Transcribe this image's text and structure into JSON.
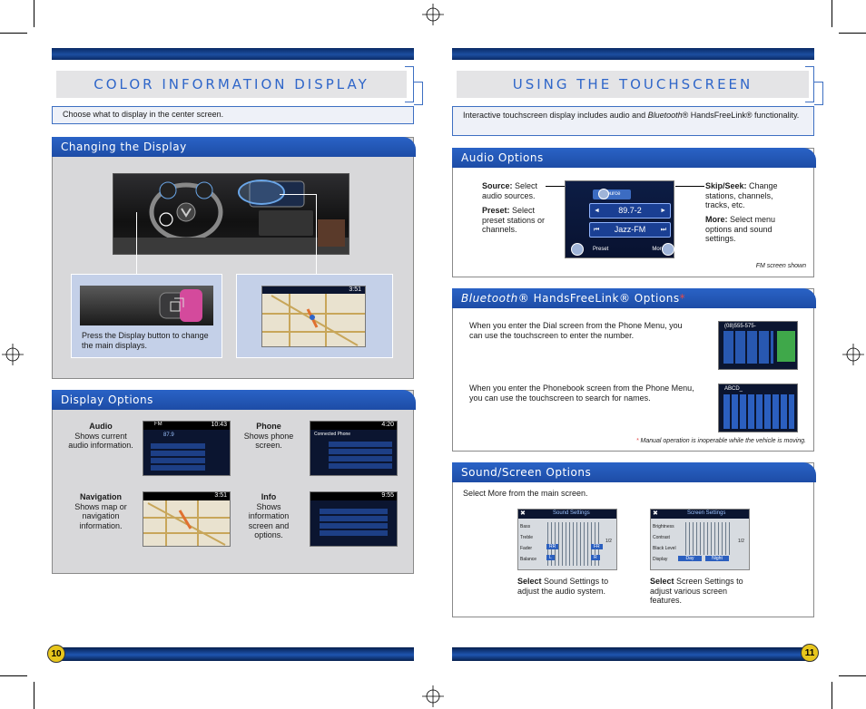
{
  "left": {
    "title": "COLOR INFORMATION DISPLAY",
    "intro": "Choose what to display in the center screen.",
    "changing": {
      "heading": "Changing the Display",
      "caption": "Press the Display button to change the main displays.",
      "map_time": "3:51"
    },
    "display_options": {
      "heading": "Display Options",
      "audio": {
        "title": "Audio",
        "desc": "Shows current audio information.",
        "band": "FM",
        "time": "10:43",
        "freq": "87.9"
      },
      "phone": {
        "title": "Phone",
        "desc": "Shows phone screen.",
        "time": "4:20",
        "label": "Connected Phone"
      },
      "navigation": {
        "title": "Navigation",
        "desc": "Shows map or navigation information.",
        "time": "3:51"
      },
      "info": {
        "title": "Info",
        "desc": "Shows information screen and options.",
        "time": "9:55"
      }
    },
    "page_number": "10"
  },
  "right": {
    "title": "USING THE TOUCHSCREEN",
    "intro_pre": "Interactive touchscreen display includes audio and ",
    "intro_italic": "Bluetooth",
    "intro_post": "® HandsFreeLink® functionality.",
    "audio_options": {
      "heading": "Audio Options",
      "source_label": "Source:",
      "source_text": " Select audio sources.",
      "preset_label": "Preset:",
      "preset_text": " Select preset stations or channels.",
      "skip_label": "Skip/Seek:",
      "skip_text": " Change stations, channels, tracks, etc.",
      "more_label": "More:",
      "more_text": " Select menu options and sound settings.",
      "footnote": "FM screen shown",
      "screen_source": "Source",
      "screen_freq": "89.7-2",
      "screen_station": "Jazz-FM",
      "screen_preset": "Preset",
      "screen_more": "More..."
    },
    "bluetooth": {
      "heading_italic": "Bluetooth",
      "heading_rest": "® HandsFreeLink® Options",
      "asterisk": "*",
      "dial_text": "When you enter the Dial screen from the Phone Menu, you can use the touchscreen to enter the number.",
      "phonebook_text": "When you enter the Phonebook screen from the Phone Menu, you can use the touchscreen to search for names.",
      "dial_number": "(08)555-575-",
      "phonebook_query": "ABCD_",
      "footnote_star": "*",
      "footnote": " Manual operation is inoperable while the vehicle is moving."
    },
    "sound_screen": {
      "heading": "Sound/Screen Options",
      "intro": "Select More from the main screen.",
      "sound_title": "Sound Settings",
      "sound_rows": [
        "Bass",
        "Treble",
        "Fader",
        "Balance"
      ],
      "sound_vals": [
        "RR",
        "FR",
        "L",
        "R"
      ],
      "screen_title": "Screen Settings",
      "screen_rows": [
        "Brightness",
        "Contrast",
        "Black Level",
        "Display"
      ],
      "screen_vals": [
        "Day",
        "Night"
      ],
      "page_indicator": "1/2",
      "sound_caption_bold": "Select",
      "sound_caption": " Sound Settings to adjust the audio system.",
      "screen_caption_bold": "Select",
      "screen_caption": " Screen Settings to adjust various screen features."
    },
    "page_number": "11"
  }
}
